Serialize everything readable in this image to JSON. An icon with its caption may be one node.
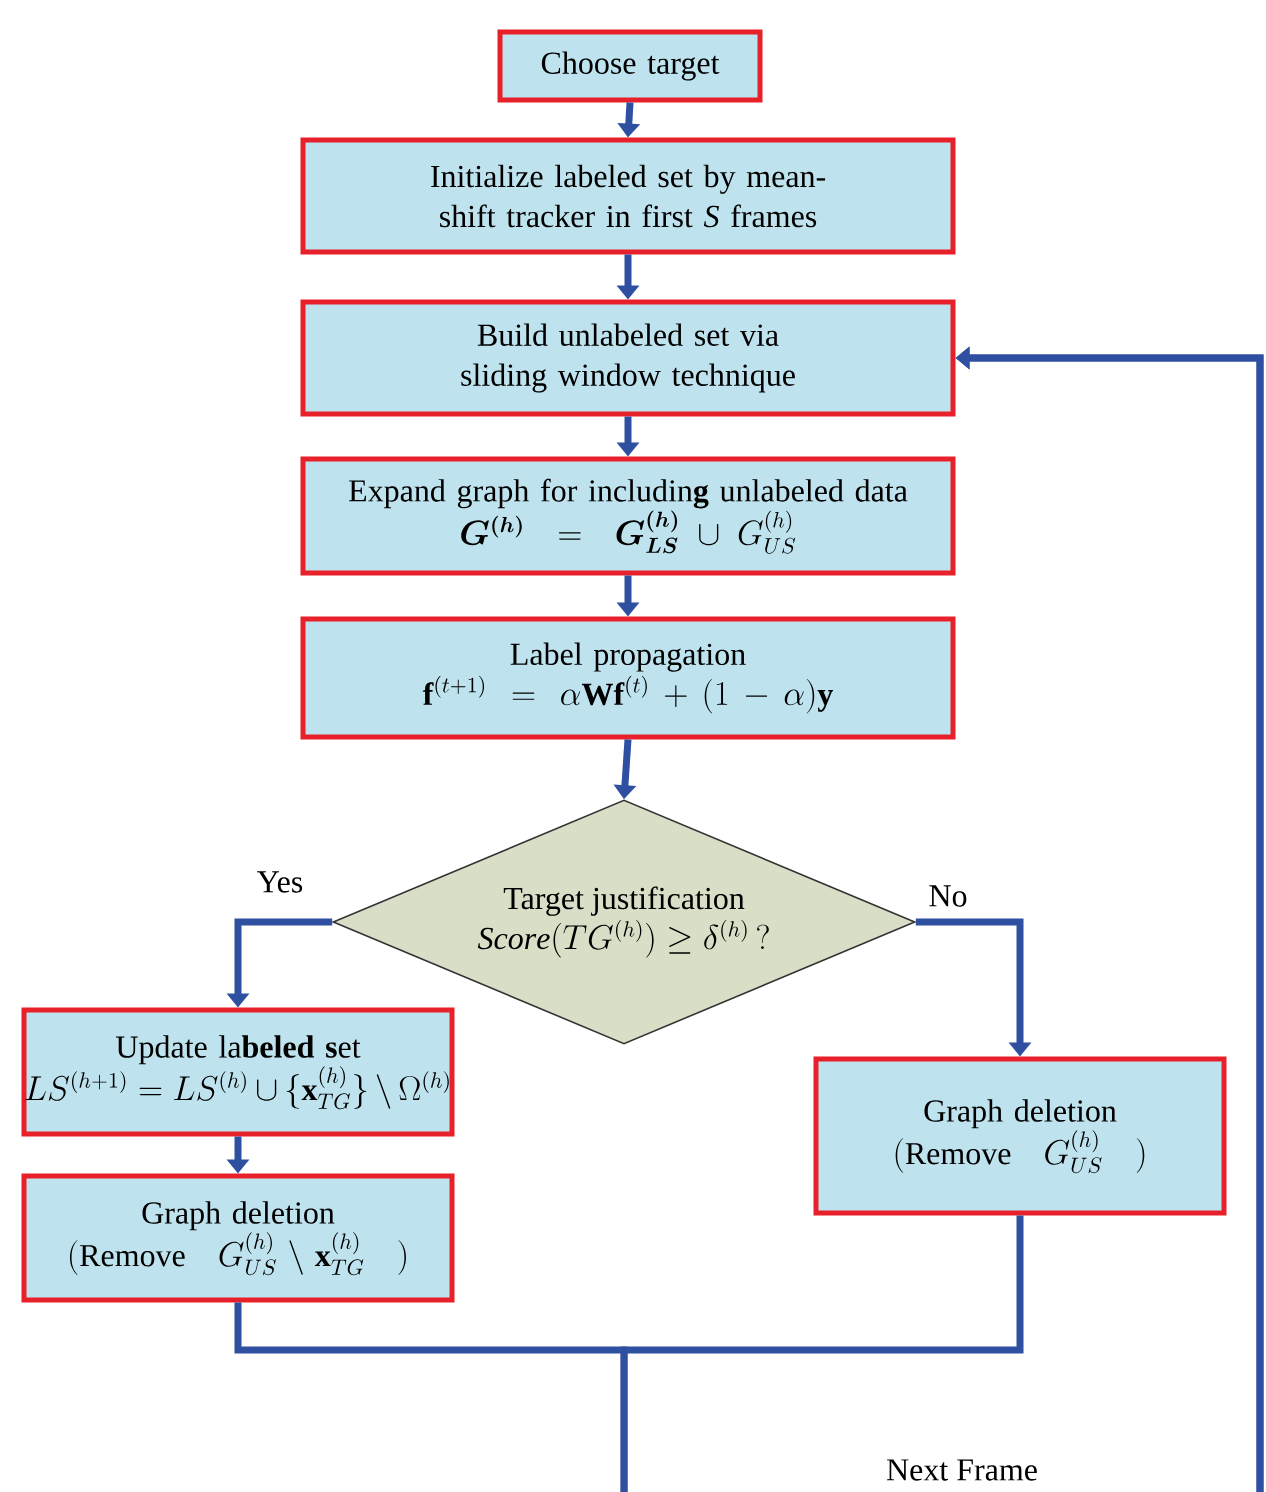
{
  "diagram": {
    "nodes": [
      {
        "text": [
          "Choose target"
        ]
      },
      {
        "text": [
          "Initialize labeled set by mean-shift tracker in first *S* frames"
        ]
      },
      {
        "text": [
          "Build unlabeled set via sliding window technique"
        ]
      },
      {
        "text": [
          "Expand graph for includin**g** unlabeled data",
          "\\boldsymbol{G^{(h)}} = \\boldsymbol{G^{(h)}_{LS}} \\cup G^{(h)}_{US}"
        ]
      },
      {
        "text": [
          "Label propagation",
          "\\mathbf{f}^{(t+1)} = \\alpha\\mathbf{W}\\mathbf{f}^{(t)} + (1-\\alpha)\\mathbf{y}"
        ]
      },
      {
        "text": [
          "Target justification",
          "\\mathit{Score}(TG^{(h)}) \\ge \\delta^{(h)}\\,?"
        ]
      },
      {
        "text": [
          "Update la**beled s**et",
          "LS^{(h+1)} = LS^{(h)} \\cup \\{\\mathbf{x}^{(h)}_{TG}\\} \\setminus \\Omega^{(h)}"
        ]
      },
      {
        "text": [
          "Graph deletion",
          "(\\mathrm{Remove}\\quad G^{(h)}_{US} \\setminus \\mathbf{x}^{(h)}_{TG}\\quad)"
        ]
      },
      {
        "text": [
          "Graph deletion",
          "(\\mathrm{Remove}\\quad G^{(h)}_{US}\\quad)"
        ]
      }
    ],
    "edges": [
      {
        "from": 0,
        "to": 1,
        "arrow": "to"
      },
      {
        "from": 1,
        "to": 2,
        "arrow": "to"
      },
      {
        "from": 2,
        "to": 3,
        "arrow": "to"
      },
      {
        "from": 3,
        "to": 4,
        "arrow": "to"
      },
      {
        "from": 4,
        "to": 5,
        "arrow": "to"
      },
      {
        "from": 5,
        "to": 6,
        "arrow": "to",
        "label": "Yes"
      },
      {
        "from": 5,
        "to": 8,
        "arrow": "to",
        "label": "No"
      },
      {
        "from": 6,
        "to": 7,
        "arrow": "to"
      },
      {
        "from": 7,
        "to": 2,
        "arrow": "to"
      },
      {
        "from": 8,
        "to": 2,
        "arrow": "to"
      }
    ],
    "labels": [
      "Next Frame"
    ]
  }
}
